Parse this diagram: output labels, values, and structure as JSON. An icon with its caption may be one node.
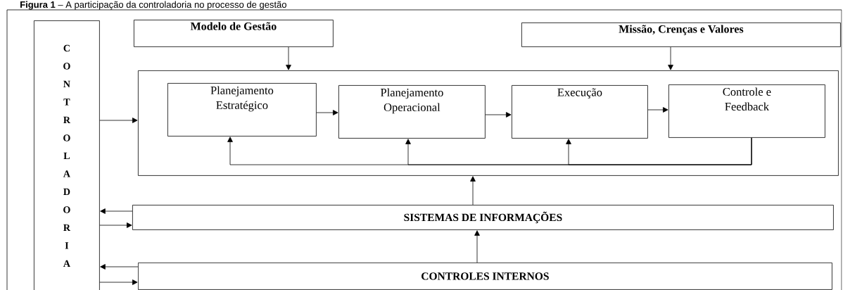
{
  "diagram": {
    "title": "**Figura 1** – A participação da controladoria no processo de gestão",
    "nodes": [
      {
        "text": [
          "CONTROLADORIA"
        ]
      },
      {
        "text": [
          "Modelo de Gestão"
        ]
      },
      {
        "text": [
          "Missão, Crenças e Valores"
        ]
      },
      {
        "text": [],
        "shape": "box"
      },
      {
        "text": [
          "Planejamento Estratégico"
        ],
        "in": 3
      },
      {
        "text": [
          "Planejamento Operacional"
        ],
        "in": 3
      },
      {
        "text": [
          "Execução"
        ],
        "in": 3
      },
      {
        "text": [
          "Controle e Feedback"
        ],
        "in": 3
      },
      {
        "text": [
          "SISTEMAS DE INFORMAÇÕES"
        ]
      },
      {
        "text": [
          "CONTROLES INTERNOS"
        ]
      }
    ],
    "edges": [
      {
        "from": 1,
        "to": 3,
        "arrow": "to"
      },
      {
        "from": 2,
        "to": 3,
        "arrow": "to"
      },
      {
        "from": 0,
        "to": 3,
        "arrow": "to"
      },
      {
        "from": 4,
        "to": 5,
        "arrow": "to"
      },
      {
        "from": 5,
        "to": 6,
        "arrow": "to"
      },
      {
        "from": 6,
        "to": 7,
        "arrow": "to"
      },
      {
        "from": 7,
        "to": 4,
        "arrow": "to"
      },
      {
        "from": 7,
        "to": 5,
        "arrow": "to"
      },
      {
        "from": 7,
        "to": 6,
        "arrow": "to"
      },
      {
        "from": 8,
        "to": 3,
        "arrow": "to"
      },
      {
        "from": 9,
        "to": 8,
        "arrow": "to"
      },
      {
        "from": 8,
        "to": 0,
        "arrow": "to"
      },
      {
        "from": 0,
        "to": 8,
        "arrow": "to"
      },
      {
        "from": 9,
        "to": 0,
        "arrow": "to"
      },
      {
        "from": 0,
        "to": 9,
        "arrow": "to"
      }
    ]
  }
}
